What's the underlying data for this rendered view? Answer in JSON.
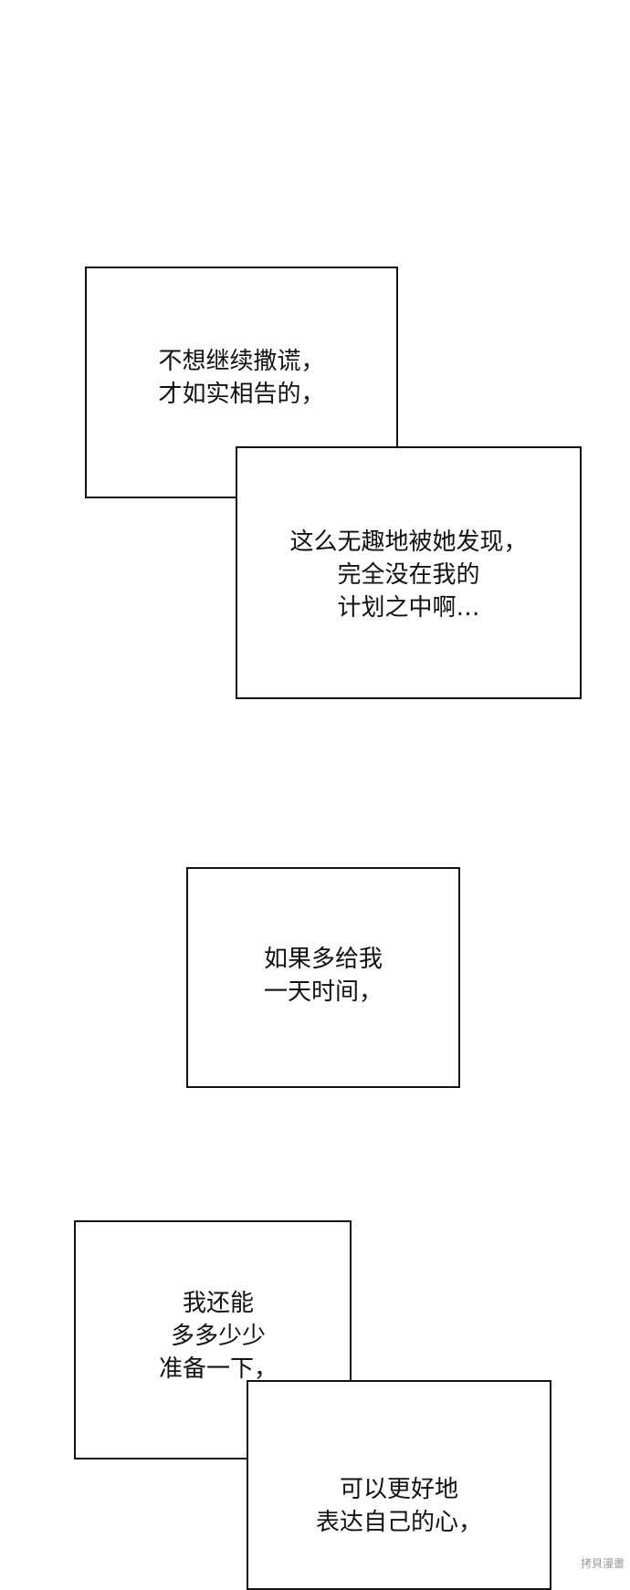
{
  "panels": [
    {
      "id": "panel-1",
      "upper_lines": [
        "不想继续撒谎，",
        "才如实相告的，"
      ],
      "lower_lines": [
        "这么无趣地被她发现，",
        "完全没在我的",
        "计划之中啊…"
      ]
    },
    {
      "id": "panel-2",
      "lines": [
        "如果多给我",
        "一天时间，"
      ]
    },
    {
      "id": "panel-3",
      "upper_lines": [
        "我还能",
        "多多少少",
        "准备一下，"
      ],
      "lower_lines": [
        "可以更好地",
        "表达自己的心，"
      ]
    }
  ],
  "watermark": "拷貝漫畫",
  "colors": {
    "background": "#ffffff",
    "border": "#111111",
    "text": "#111111"
  }
}
